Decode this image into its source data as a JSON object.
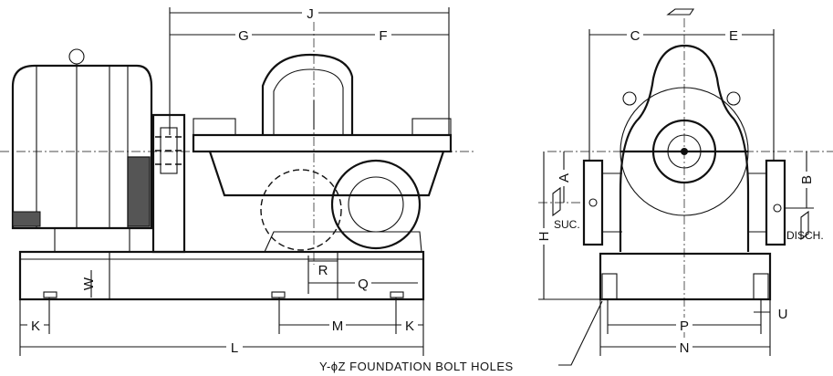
{
  "dimensions": {
    "J": "J",
    "G": "G",
    "F": "F",
    "C": "C",
    "E": "E",
    "A": "A",
    "B": "B",
    "H": "H",
    "R": "R",
    "Q": "Q",
    "W": "W",
    "K": "K",
    "M": "M",
    "L": "L",
    "P": "P",
    "N": "N",
    "U": "U"
  },
  "labels": {
    "suction": "SUC.",
    "discharge": "DISCH.",
    "foundation_note": "Y-ϕZ FOUNDATION BOLT HOLES"
  }
}
